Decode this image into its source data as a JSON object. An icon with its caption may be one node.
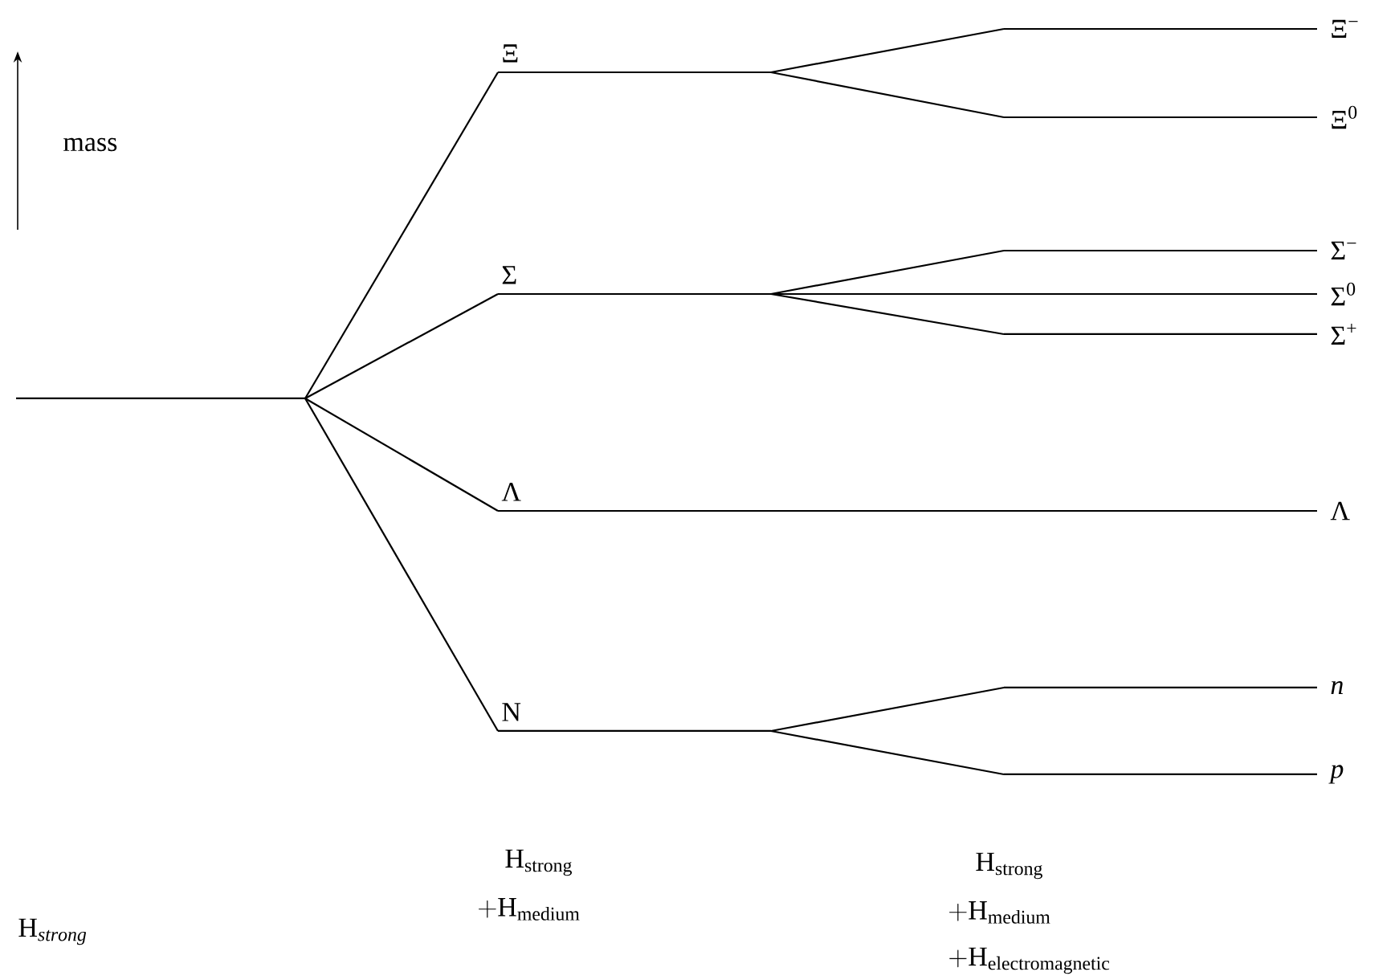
{
  "diagram": {
    "nodes": [
      {
        "text": [],
        "shape": "bar"
      },
      {
        "text": [
          "Ξ"
        ]
      },
      {
        "text": [
          "Σ"
        ]
      },
      {
        "text": [
          "Λ"
        ]
      },
      {
        "text": [
          "N"
        ]
      },
      {
        "text": [
          "Ξ$^{−}$"
        ]
      },
      {
        "text": [
          "Ξ$^{0}$"
        ]
      },
      {
        "text": [
          "Σ$^{−}$"
        ]
      },
      {
        "text": [
          "Σ$^{0}$"
        ]
      },
      {
        "text": [
          "Σ$^{+}$"
        ]
      },
      {
        "text": [
          "Λ"
        ]
      },
      {
        "text": [
          "n"
        ]
      },
      {
        "text": [
          "p"
        ]
      }
    ],
    "edges": [
      {
        "from": 0,
        "to": 1,
        "arrow": "none"
      },
      {
        "from": 0,
        "to": 2,
        "arrow": "none"
      },
      {
        "from": 0,
        "to": 3,
        "arrow": "none"
      },
      {
        "from": 0,
        "to": 4,
        "arrow": "none"
      },
      {
        "from": 1,
        "to": 5,
        "arrow": "none"
      },
      {
        "from": 1,
        "to": 6,
        "arrow": "none"
      },
      {
        "from": 2,
        "to": 7,
        "arrow": "none"
      },
      {
        "from": 2,
        "to": 8,
        "arrow": "none"
      },
      {
        "from": 2,
        "to": 9,
        "arrow": "none"
      },
      {
        "from": 3,
        "to": 10,
        "arrow": "none"
      },
      {
        "from": 4,
        "to": 11,
        "arrow": "none"
      },
      {
        "from": 4,
        "to": 12,
        "arrow": "none"
      }
    ],
    "labels": [
      "mass",
      "\\mathrm{H}_{\\mathit{strong}}",
      "\\mathrm{H}_{\\mathrm{strong}}",
      "+\\mathrm{H}_{\\mathrm{medium}}",
      "\\mathrm{H}_{\\mathrm{strong}}",
      "+\\mathrm{H}_{\\mathrm{medium}}",
      "+\\mathrm{H}_{\\mathrm{electromagnetic}}"
    ]
  }
}
